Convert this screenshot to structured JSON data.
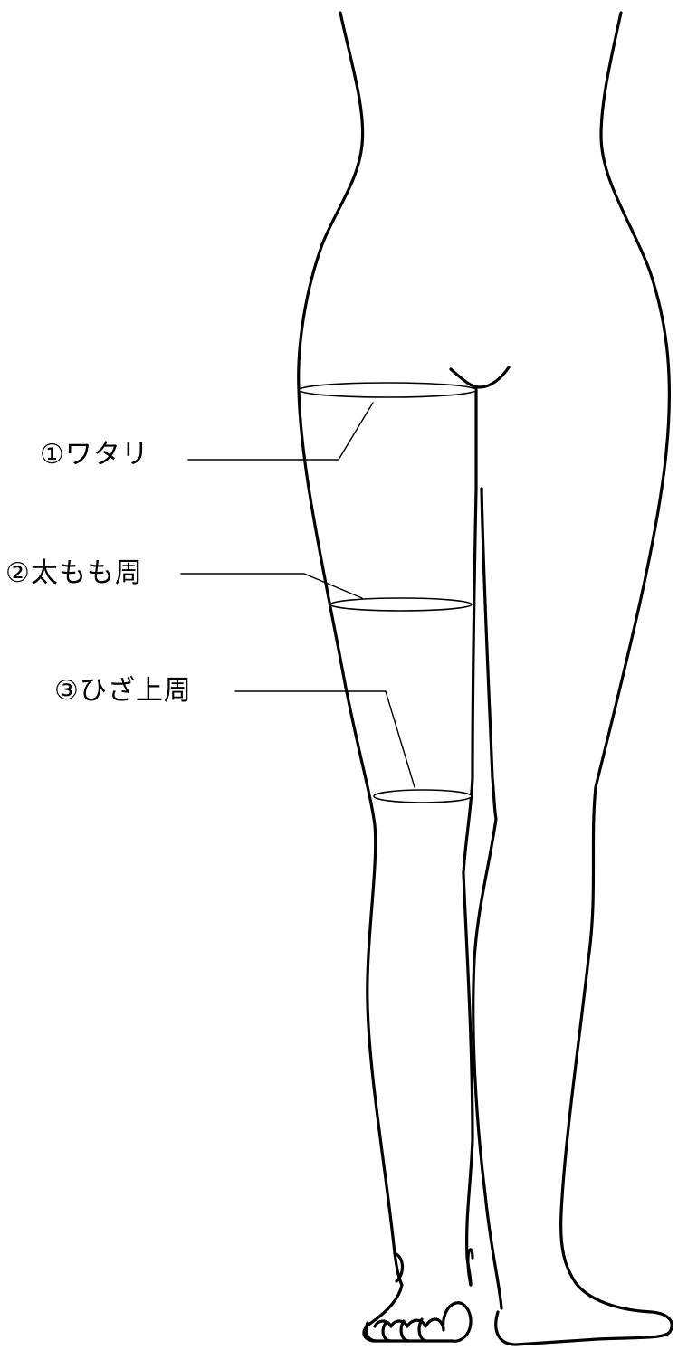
{
  "labels": {
    "watari": "①ワタリ",
    "thigh": "②太もも周",
    "above_knee": "③ひざ上周"
  }
}
